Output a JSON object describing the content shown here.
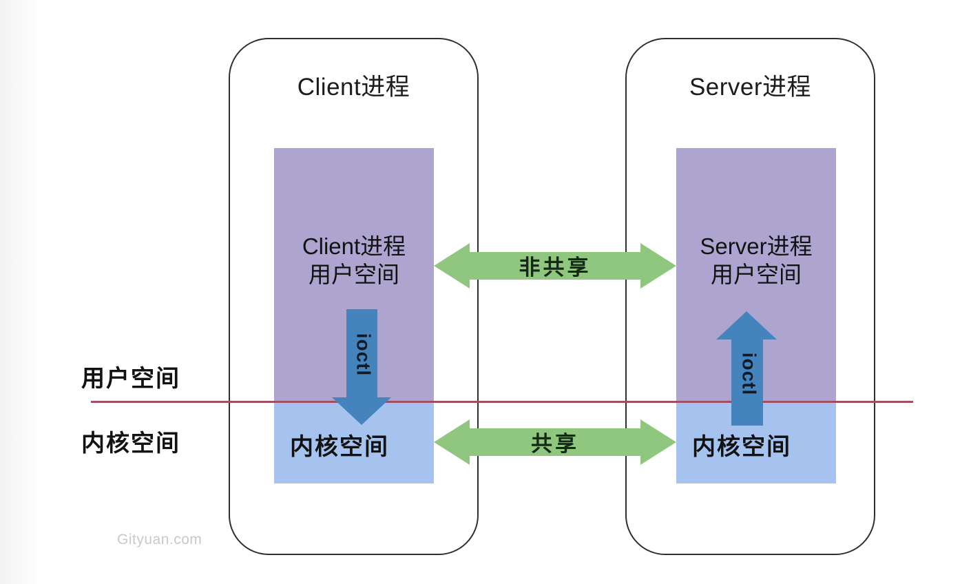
{
  "diagram": {
    "client": {
      "title": "Client进程",
      "user_box_line1": "Client进程",
      "user_box_line2": "用户空间",
      "kernel_box_label": "内核空间",
      "ioctl_label": "ioctl"
    },
    "server": {
      "title": "Server进程",
      "user_box_line1": "Server进程",
      "user_box_line2": "用户空间",
      "kernel_box_label": "内核空间",
      "ioctl_label": "ioctl"
    },
    "axis": {
      "user_space": "用户空间",
      "kernel_space": "内核空间"
    },
    "arrows": {
      "non_shared_label": "非共享",
      "shared_label": "共享"
    },
    "watermark": "Gityuan.com",
    "colors": {
      "user_space_fill": "#aea4d0",
      "kernel_space_fill": "#a5c3ee",
      "green_arrow_fill": "#90c77e",
      "blue_arrow_fill": "#4583bd",
      "boundary_line": "#a14e63",
      "process_border": "#2e2e2e",
      "watermark_text": "#c9c9c9"
    }
  }
}
